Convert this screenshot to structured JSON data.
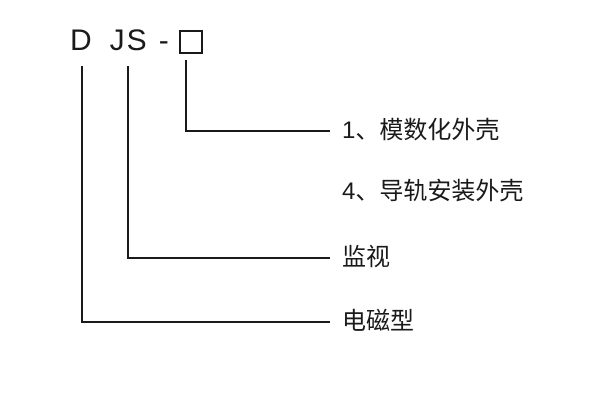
{
  "model_code": {
    "type_letter": "D",
    "function_letters": "JS",
    "separator": "-"
  },
  "labels": {
    "enclosure_option_1": "1、模数化外壳",
    "enclosure_option_4": "4、导轨安装外壳",
    "function": "监视",
    "type": "电磁型"
  },
  "colors": {
    "line": "#1a1a1a",
    "text": "#1a1a1a",
    "background": "#ffffff"
  }
}
